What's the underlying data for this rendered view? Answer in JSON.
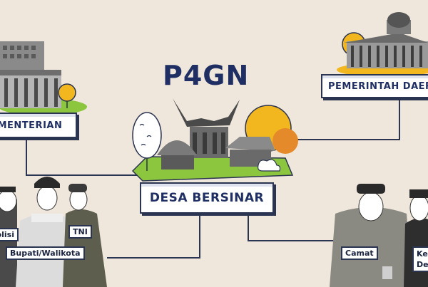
{
  "title": "P4GN",
  "nodes": {
    "kementerian": "KEMENTERIAN",
    "pemerintah_daerah": "PEMERINTAH DAERAH",
    "desa_bersinar": "DESA BERSINAR"
  },
  "people": {
    "polisi": "Polisi",
    "bupati": "Bupati/Walikota",
    "tni": "TNI",
    "camat": "Camat",
    "kepala_desa": "Kepala Desa"
  },
  "colors": {
    "background": "#efe7dc",
    "title": "#1f2f63",
    "line": "#2b3450",
    "grass": "#8cc63f",
    "sun": "#f2b61f"
  }
}
